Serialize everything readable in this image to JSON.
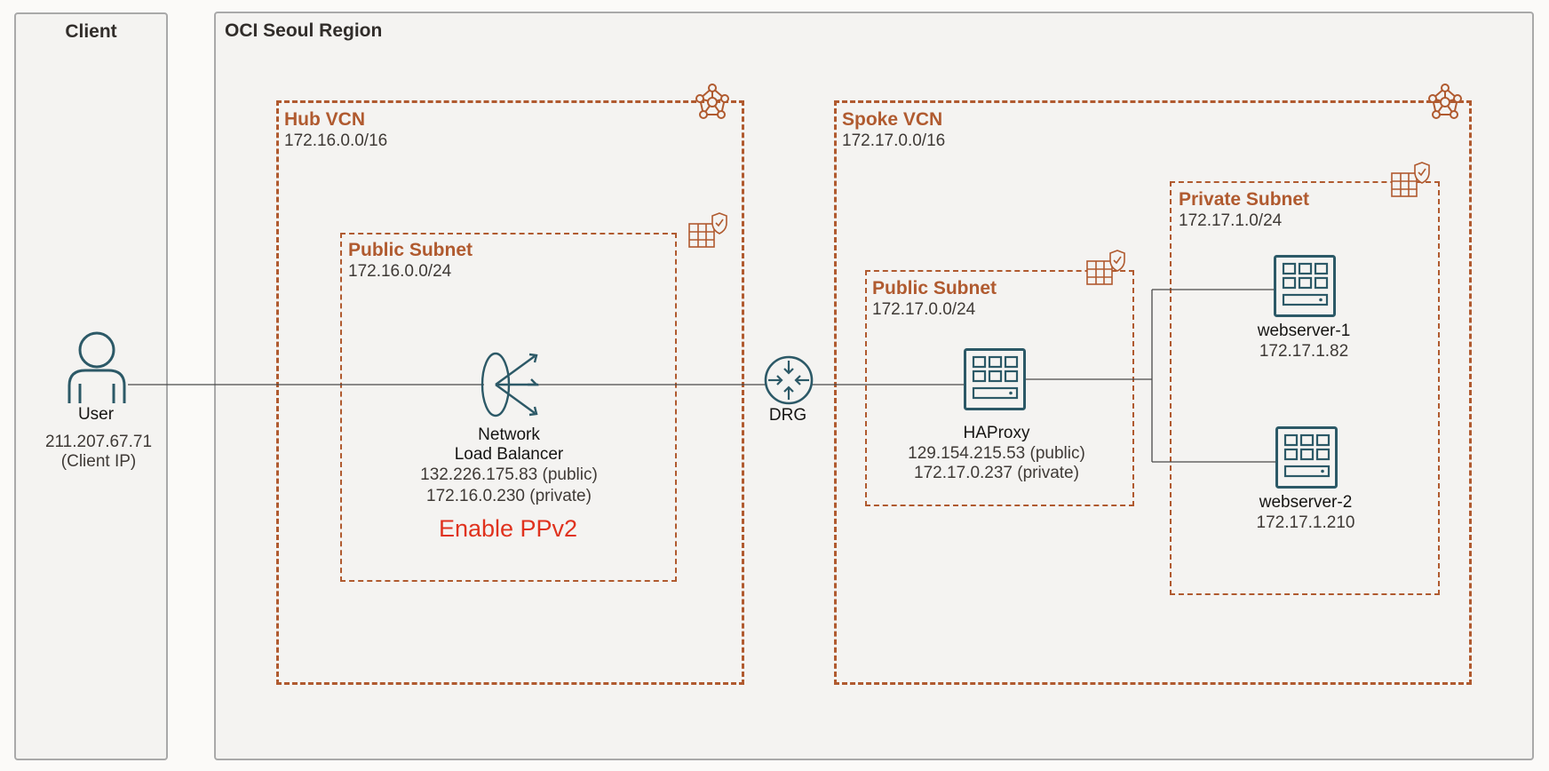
{
  "colors": {
    "accent": "#b05a2f",
    "icon": "#2c5967",
    "note": "#e0321e",
    "region_border": "#a9a9a9",
    "region_fill": "#f4f3f1"
  },
  "client_region": {
    "title": "Client"
  },
  "oci_region": {
    "title": "OCI Seoul Region"
  },
  "user": {
    "label": "User",
    "ip": "211.207.67.71",
    "ip_note": "(Client IP)",
    "icon": "user-icon"
  },
  "hub_vcn": {
    "title": "Hub VCN",
    "cidr": "172.16.0.0/16",
    "icon": "vcn-icon",
    "public_subnet": {
      "title": "Public Subnet",
      "cidr": "172.16.0.0/24",
      "icon": "security-list-icon"
    },
    "nlb": {
      "line1": "Network",
      "line2": "Load Balancer",
      "public_ip": "132.226.175.83 (public)",
      "private_ip": "172.16.0.230 (private)",
      "note": "Enable PPv2",
      "icon": "load-balancer-icon"
    }
  },
  "drg": {
    "label": "DRG",
    "icon": "drg-router-icon"
  },
  "spoke_vcn": {
    "title": "Spoke VCN",
    "cidr": "172.17.0.0/16",
    "icon": "vcn-icon",
    "public_subnet": {
      "title": "Public Subnet",
      "cidr": "172.17.0.0/24",
      "icon": "security-list-icon"
    },
    "private_subnet": {
      "title": "Private Subnet",
      "cidr": "172.17.1.0/24",
      "icon": "security-list-icon"
    },
    "haproxy": {
      "label": "HAProxy",
      "public_ip": "129.154.215.53 (public)",
      "private_ip": "172.17.0.237 (private)",
      "icon": "compute-instance-icon"
    },
    "webserver1": {
      "label": "webserver-1",
      "ip": "172.17.1.82",
      "icon": "compute-instance-icon"
    },
    "webserver2": {
      "label": "webserver-2",
      "ip": "172.17.1.210",
      "icon": "compute-instance-icon"
    }
  }
}
